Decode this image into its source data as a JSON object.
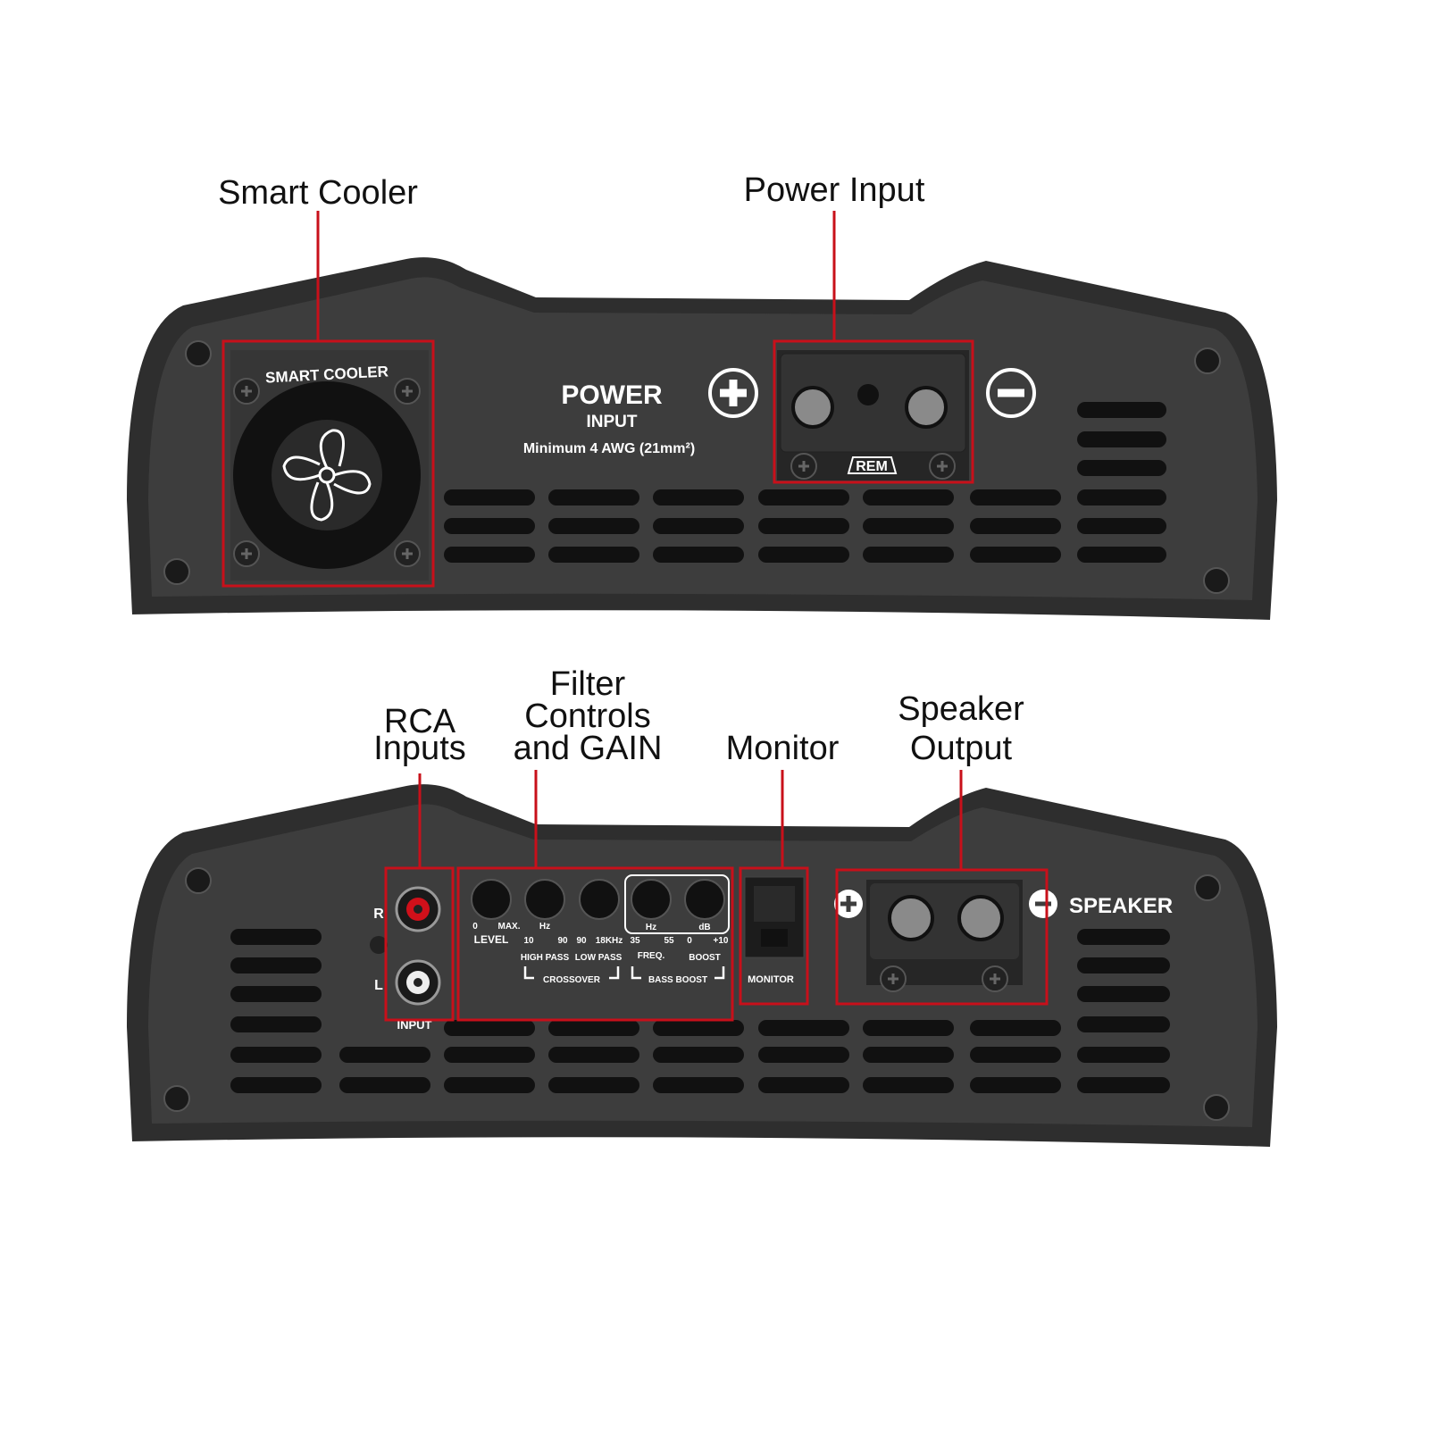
{
  "callouts": {
    "smart_cooler": "Smart Cooler",
    "power_input": "Power Input",
    "rca_inputs": [
      "RCA",
      "Inputs"
    ],
    "filter_controls": [
      "Filter",
      "Controls",
      "and GAIN"
    ],
    "monitor": "Monitor",
    "speaker_output": [
      "Speaker",
      "Output"
    ]
  },
  "top_panel": {
    "fan_label": "SMART COOLER",
    "power_title": "POWER",
    "power_sub": "INPUT",
    "power_spec": "Minimum 4 AWG (21mm²)",
    "rem_label": "REM",
    "plus_icon": "plus-circle-icon",
    "minus_icon": "minus-circle-icon"
  },
  "bottom_panel": {
    "rca_r": "R",
    "rca_l": "L",
    "input_label": "INPUT",
    "level": {
      "min": "0",
      "max": "MAX.",
      "label": "LEVEL"
    },
    "hz_unit": "Hz",
    "high_pass": {
      "min": "10",
      "max": "90",
      "label": "HIGH PASS"
    },
    "low_pass": {
      "min": "90",
      "max": "18KHz",
      "label": "LOW PASS"
    },
    "crossover": "CROSSOVER",
    "freq": {
      "min": "35",
      "max": "55",
      "unit": "Hz",
      "label": "FREQ."
    },
    "boost": {
      "min": "0",
      "max": "+10",
      "unit": "dB",
      "label": "BOOST"
    },
    "bass_boost": "BASS BOOST",
    "monitor_label": "MONITOR",
    "speaker_label": "SPEAKER"
  },
  "colors": {
    "highlight": "#c8101a",
    "body": "#3d3d3d",
    "vent": "#111111"
  }
}
